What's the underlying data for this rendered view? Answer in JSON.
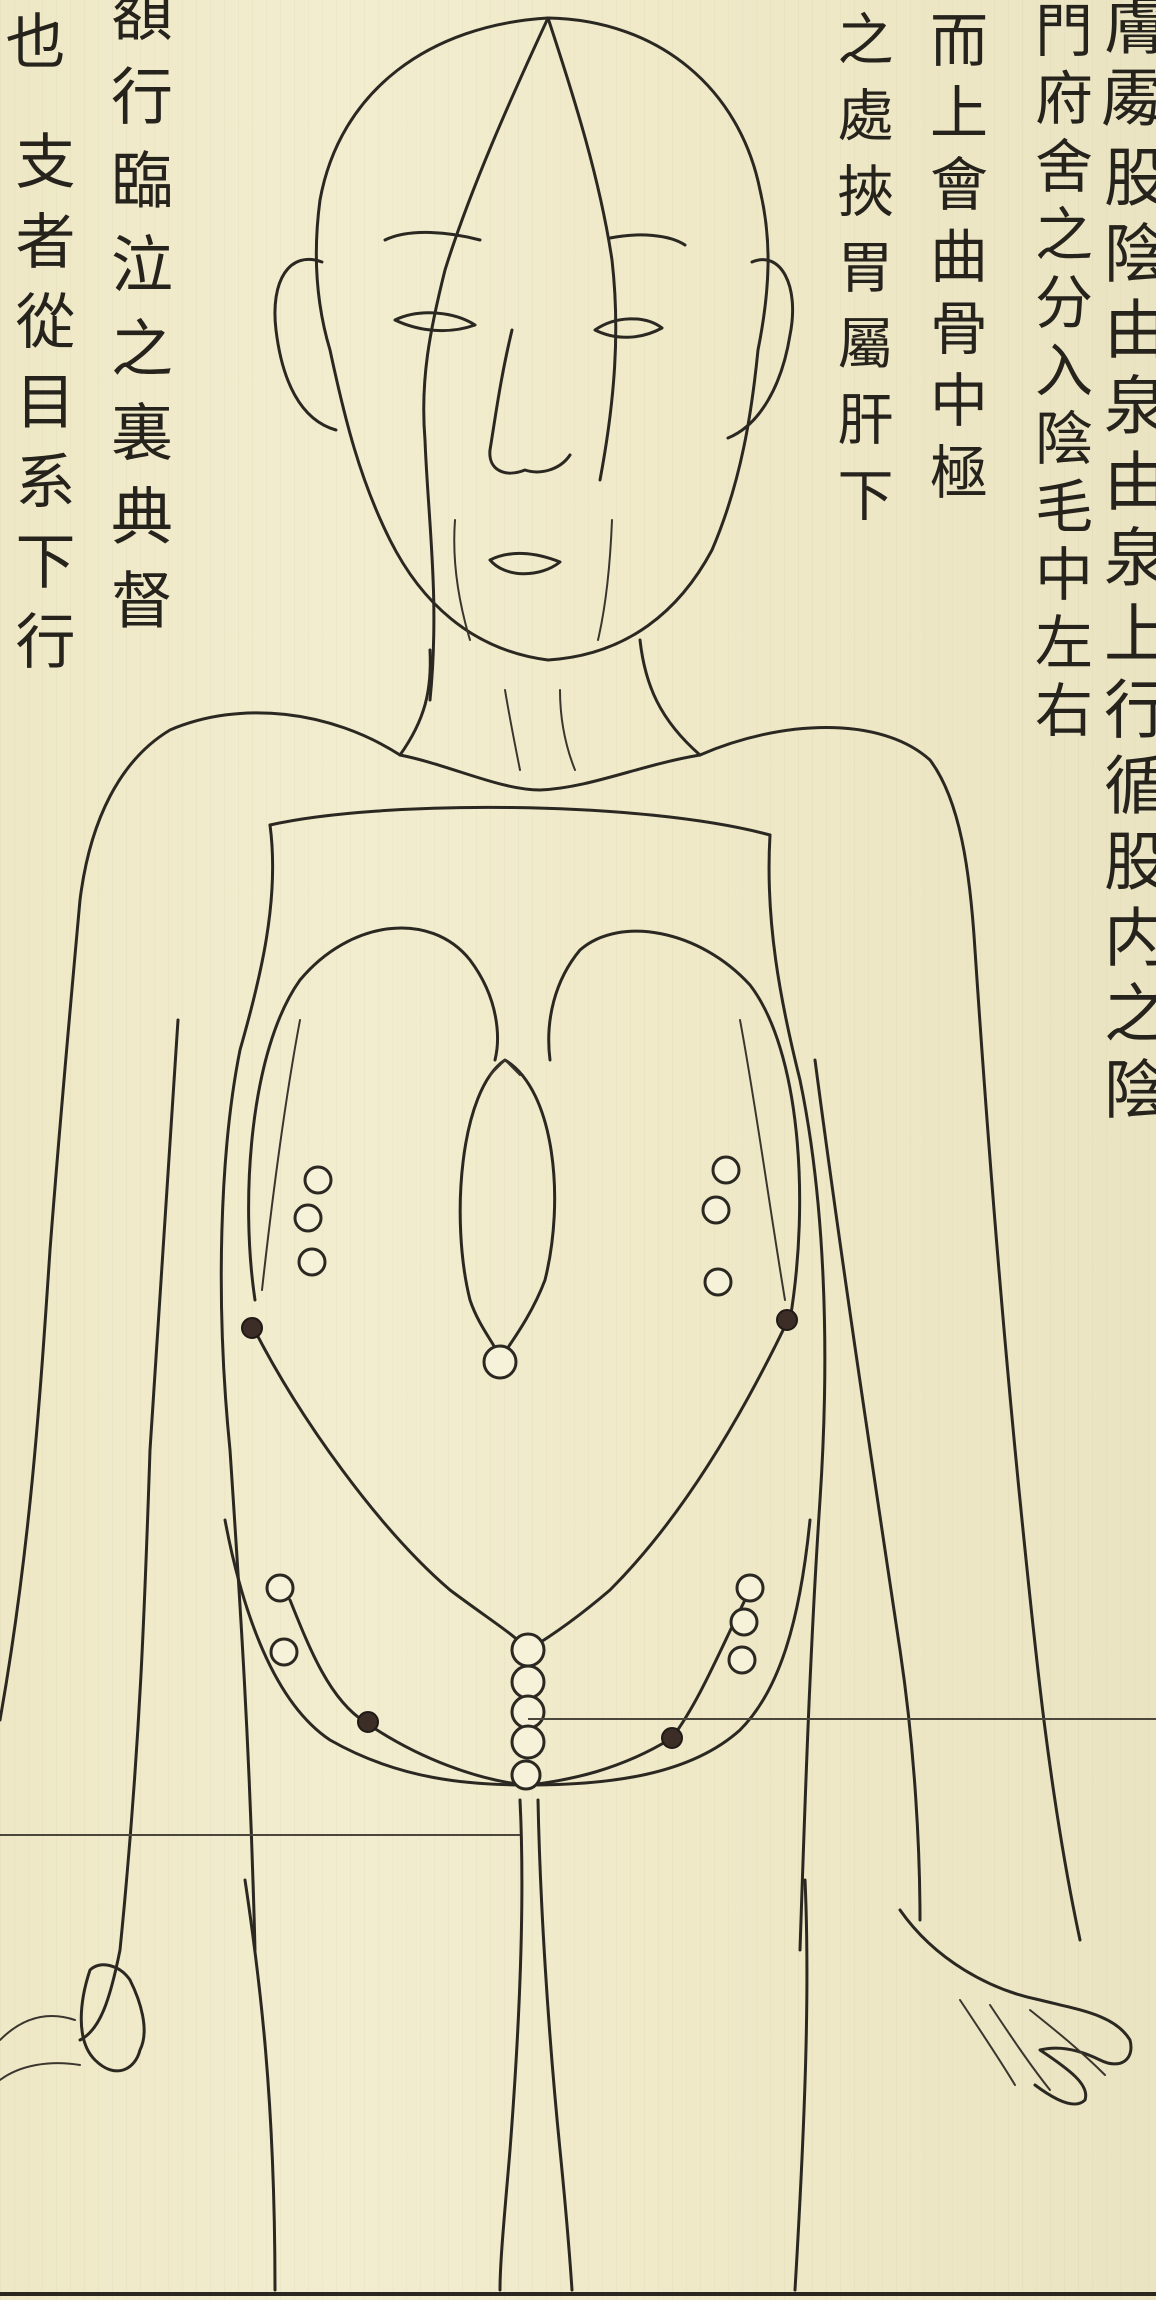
{
  "text_columns": [
    {
      "id": "col-1",
      "text": "膚𠁅股陰由泉由泉上行循股内之陰"
    },
    {
      "id": "col-2",
      "text": "門府舍之分入陰毛中左右"
    },
    {
      "id": "col-3",
      "text": "而上會曲骨中極"
    },
    {
      "id": "col-4",
      "text": "之處挾胃屬肝下"
    },
    {
      "id": "col-5",
      "text": "額行臨泣之裏典督"
    },
    {
      "id": "col-6",
      "text": "支者從目系下行"
    },
    {
      "id": "col-7",
      "text": "也"
    }
  ],
  "colors": {
    "paper": "#efeacb",
    "ink": "#2b2822",
    "acupoint_dark": "#3c2d26"
  }
}
